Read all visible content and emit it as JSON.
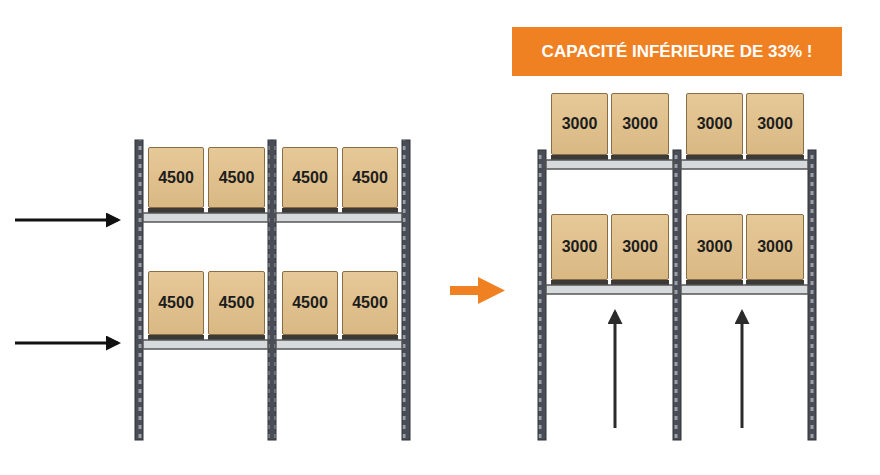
{
  "diagram": {
    "nodes": [
      {
        "text": [
          "4500"
        ]
      },
      {
        "text": [
          "4500"
        ]
      },
      {
        "text": [
          "4500"
        ]
      },
      {
        "text": [
          "4500"
        ]
      },
      {
        "text": [
          "4500"
        ]
      },
      {
        "text": [
          "4500"
        ]
      },
      {
        "text": [
          "4500"
        ]
      },
      {
        "text": [
          "4500"
        ]
      },
      {
        "text": [
          "CAPACITÉ INFÉRIEURE DE 33% !"
        ]
      },
      {
        "text": [
          "3000"
        ]
      },
      {
        "text": [
          "3000"
        ]
      },
      {
        "text": [
          "3000"
        ]
      },
      {
        "text": [
          "3000"
        ]
      },
      {
        "text": [
          "3000"
        ]
      },
      {
        "text": [
          "3000"
        ]
      },
      {
        "text": [
          "3000"
        ]
      },
      {
        "text": [
          "3000"
        ]
      }
    ]
  }
}
